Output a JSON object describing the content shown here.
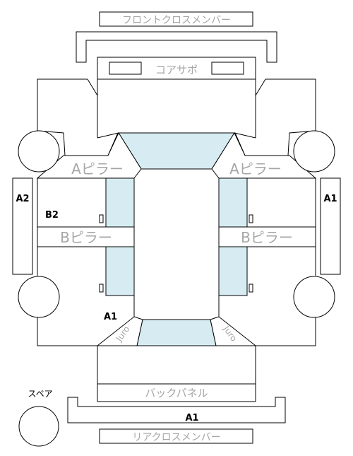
{
  "labels": {
    "front_cross_member": "フロントクロスメンバー",
    "core_support": "コアサポ",
    "a_pillar_left": "Aピラー",
    "a_pillar_right": "Aピラー",
    "b_pillar_left": "Bピラー",
    "b_pillar_right": "Bピラー",
    "back_panel": "バックパネル",
    "rear_cross_member": "リアクロスメンバー",
    "spare": "スペア",
    "rear_corner_left": "Juro",
    "rear_corner_right": "Juro"
  },
  "grades": {
    "left_side": "A2",
    "right_side": "A1",
    "b_pillar_left": "B2",
    "rear_left_corner": "A1",
    "rear_cross_member": "A1"
  }
}
